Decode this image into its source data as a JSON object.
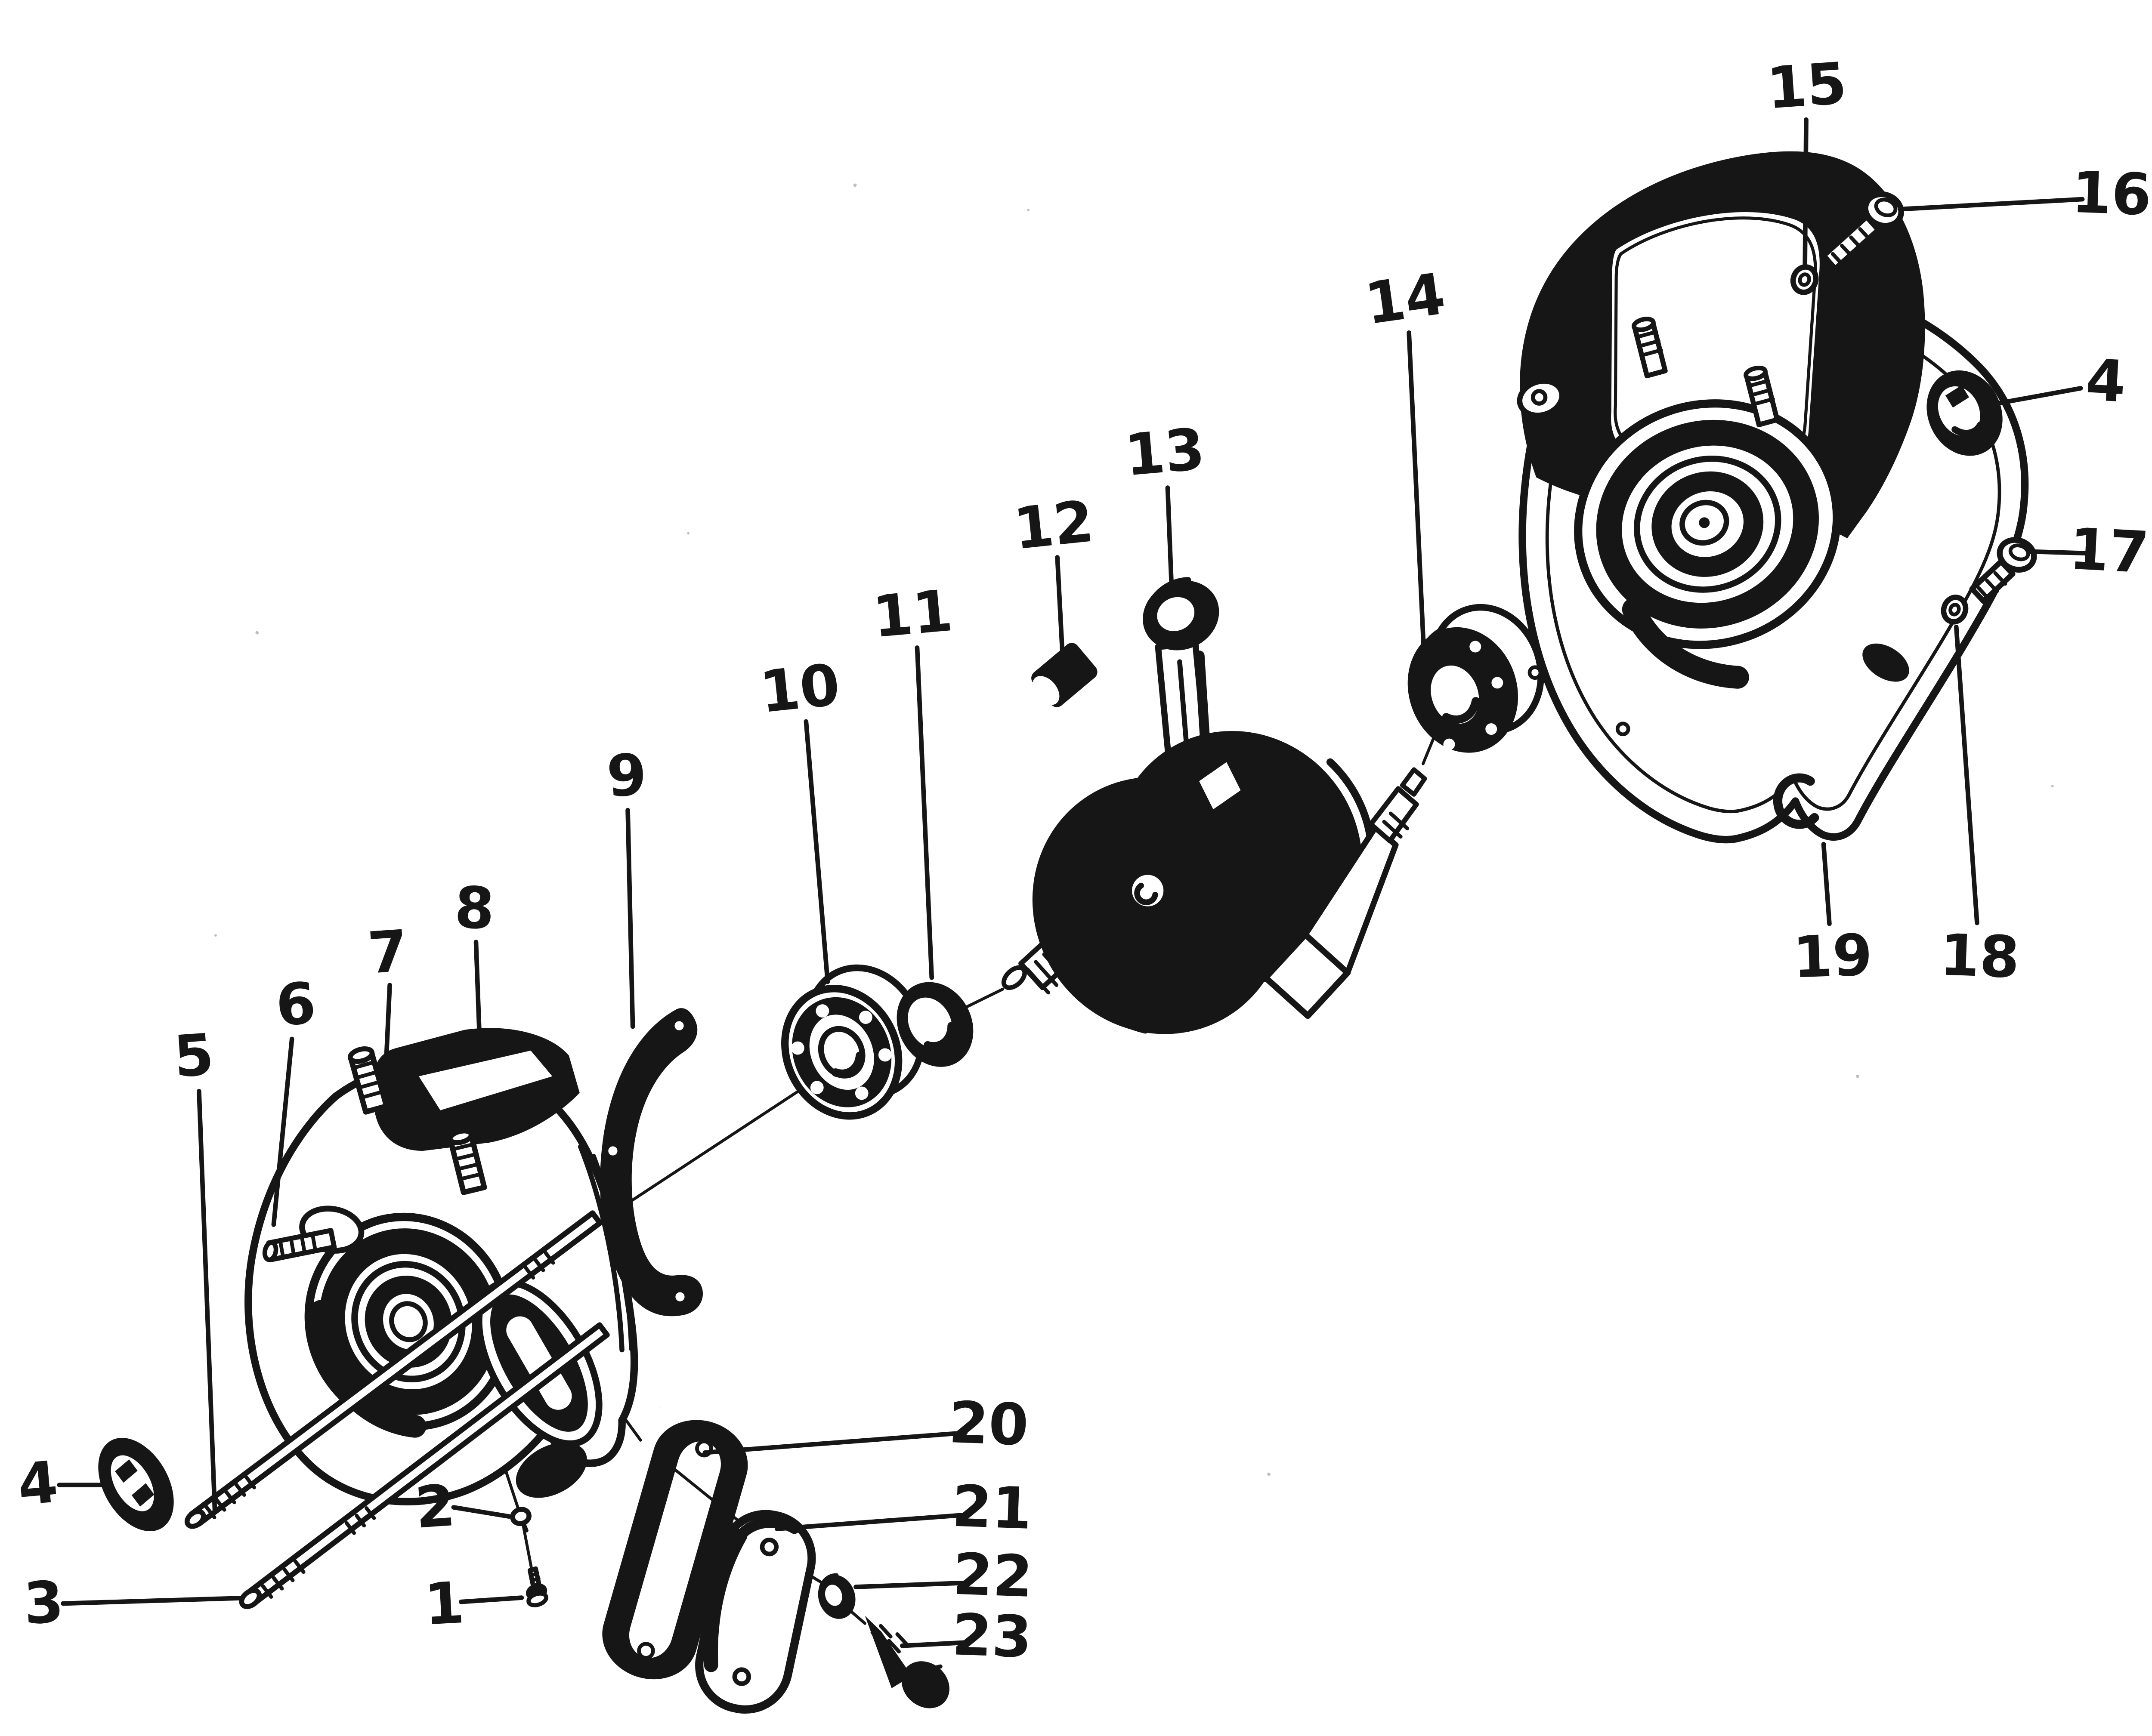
{
  "diagram": {
    "kind": "exploded-parts-diagram",
    "subject": "engine crankcase, crankshaft, bearings and covers",
    "style": "black ink line art on white scanned page"
  },
  "colors": {
    "ink": "#161616",
    "paper": "#ffffff"
  },
  "callouts": [
    {
      "id": "1",
      "label": "1",
      "part": "cover-screw"
    },
    {
      "id": "2",
      "label": "2",
      "part": "cover-screw-small"
    },
    {
      "id": "3",
      "label": "3",
      "part": "long-stud"
    },
    {
      "id": "4",
      "label": "4",
      "part": "oil-seal-left"
    },
    {
      "id": "4b",
      "label": "4",
      "part": "oil-seal-right"
    },
    {
      "id": "5",
      "label": "5",
      "part": "long-stud"
    },
    {
      "id": "6",
      "label": "6",
      "part": "short-stud"
    },
    {
      "id": "7",
      "label": "7",
      "part": "cylinder-stud"
    },
    {
      "id": "8",
      "label": "8",
      "part": "left-crankcase-half"
    },
    {
      "id": "9",
      "label": "9",
      "part": "crankcase-gasket"
    },
    {
      "id": "10",
      "label": "10",
      "part": "ball-bearing"
    },
    {
      "id": "11",
      "label": "11",
      "part": "spacer-ring"
    },
    {
      "id": "12",
      "label": "12",
      "part": "crankpin"
    },
    {
      "id": "13",
      "label": "13",
      "part": "connecting-rod"
    },
    {
      "id": "14",
      "label": "14",
      "part": "ball-bearing"
    },
    {
      "id": "15",
      "label": "15",
      "part": "lock-washer"
    },
    {
      "id": "16",
      "label": "16",
      "part": "screw"
    },
    {
      "id": "17",
      "label": "17",
      "part": "screw"
    },
    {
      "id": "18",
      "label": "18",
      "part": "lock-washer"
    },
    {
      "id": "19",
      "label": "19",
      "part": "right-crankcase-cover"
    },
    {
      "id": "20",
      "label": "20",
      "part": "port-gasket"
    },
    {
      "id": "21",
      "label": "21",
      "part": "port-cover-plate"
    },
    {
      "id": "22",
      "label": "22",
      "part": "washer"
    },
    {
      "id": "23",
      "label": "23",
      "part": "hex-bolt"
    }
  ]
}
